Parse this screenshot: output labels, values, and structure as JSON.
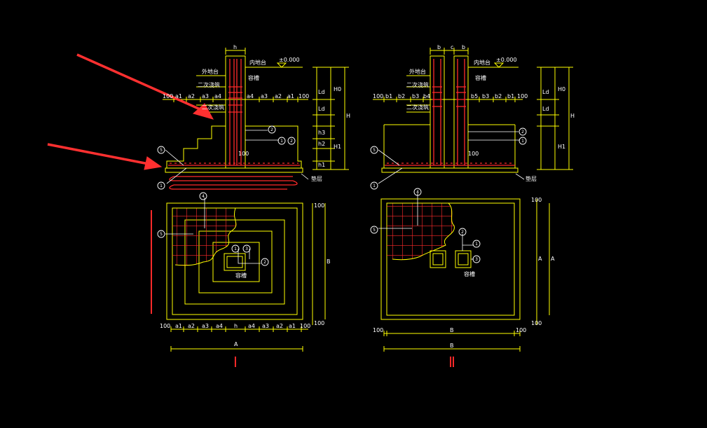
{
  "colors": {
    "background": "#000000",
    "outline": "#ffff00",
    "rebar": "#ff2a2a",
    "text": "#ffffff",
    "arrow": "#ff3030",
    "marker": "#ffffff"
  },
  "labels": {
    "h": "h",
    "b": "b",
    "c": "c",
    "elev": "±0.000",
    "outer_ground": "外地台",
    "inner_ground": "内地台",
    "cup": "容槽",
    "pour1": "二次浇筑",
    "pour2": "二次浇筑",
    "cushion": "垫层",
    "dim100": "100",
    "a1": "a1",
    "a2": "a2",
    "a3": "a3",
    "a4": "a4",
    "b1": "b1",
    "b2": "b2",
    "b3": "b3",
    "b4": "b4",
    "b5": "b5",
    "H": "H",
    "H0": "H0",
    "H1": "H1",
    "Ld": "Ld",
    "A": "A",
    "B": "B",
    "b_dim": "b",
    "h1": "h1",
    "h2": "h2",
    "h3": "h3",
    "n1": "1",
    "n2": "2",
    "n3": "3",
    "n4": "4",
    "n5": "5",
    "roman1": "Ⅰ",
    "roman2": "Ⅱ"
  }
}
